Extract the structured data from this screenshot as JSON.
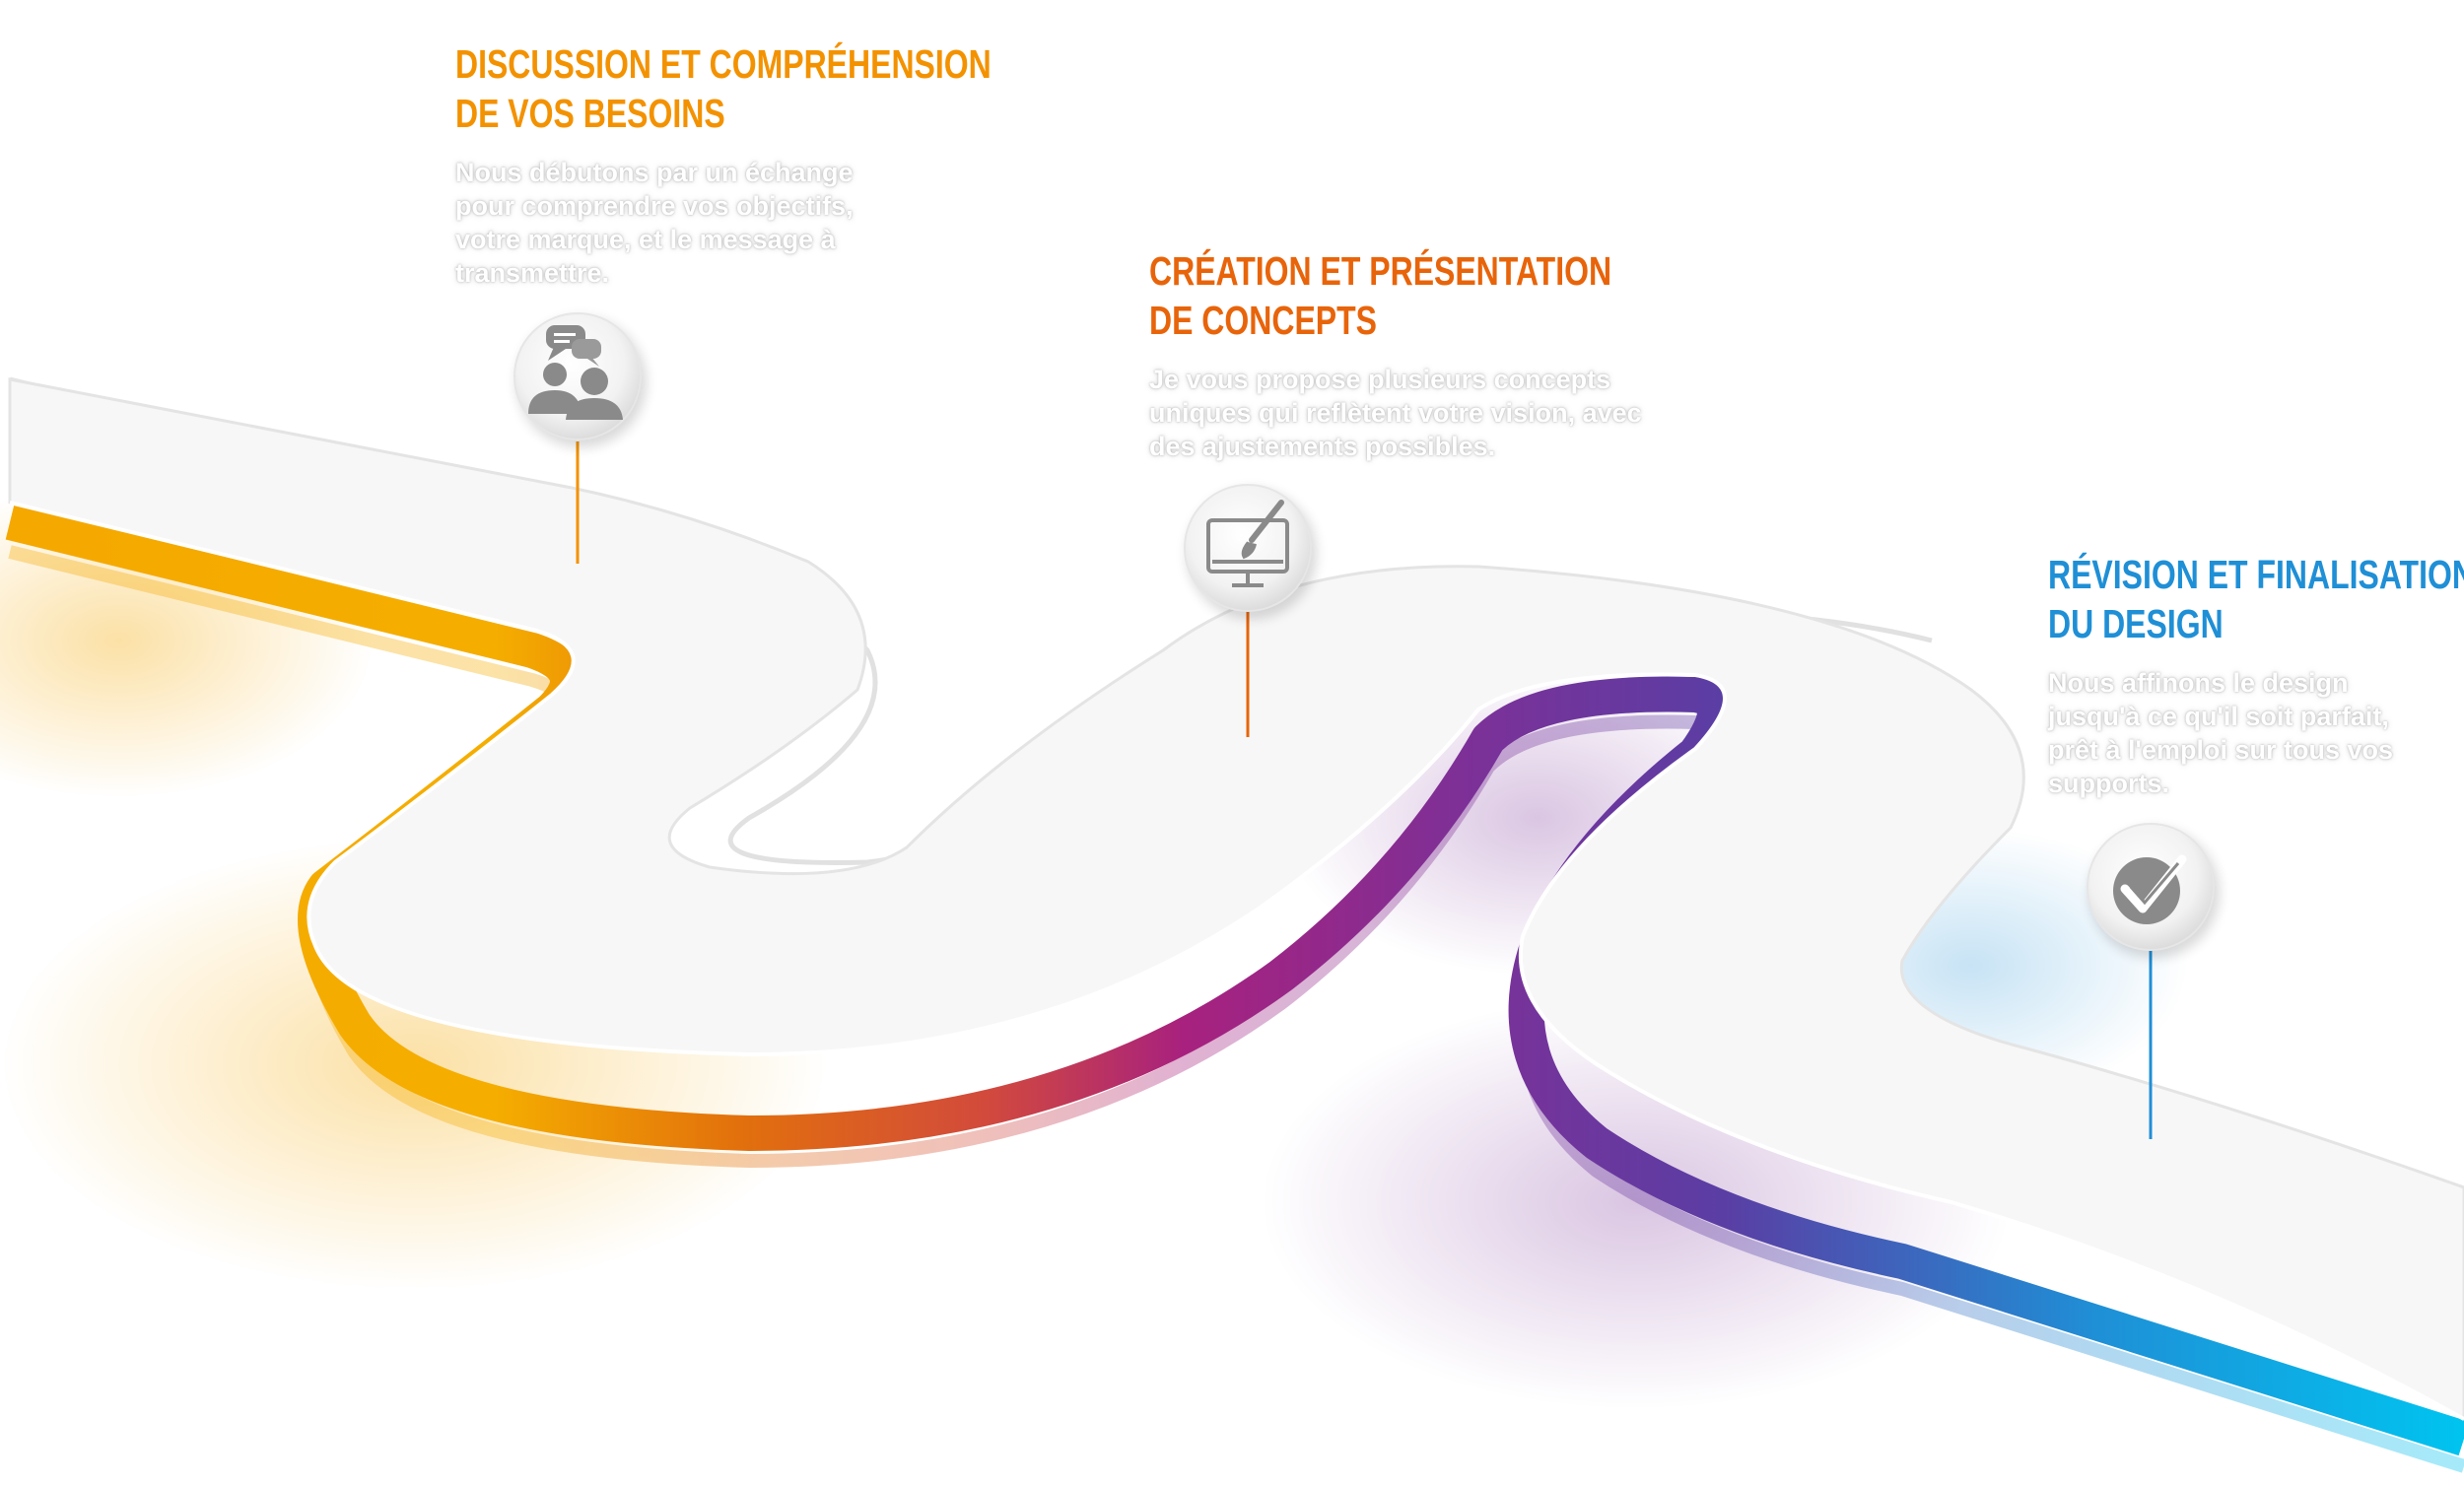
{
  "steps": [
    {
      "title_line1": "Discussion et compréhension",
      "title_line2": "de vos besoins",
      "description": "Nous débutons par un échange pour comprendre vos objectifs, votre marque, et le message à transmettre.",
      "icon": "discussion-people-icon",
      "color": "#f39200"
    },
    {
      "title_line1": "Création et présentation",
      "title_line2": "de concepts",
      "description": "Je vous propose plusieurs concepts uniques qui reflètent votre vision, avec des ajustements possibles.",
      "icon": "monitor-brush-icon",
      "color": "#e8640a"
    },
    {
      "title_line1": "Révision et finalisation",
      "title_line2": "du design",
      "description": "Nous affinons le design jusqu'à ce qu'il soit parfait, prêt à l'emploi sur tous vos supports.",
      "icon": "checkmark-icon",
      "color": "#1f8fd6"
    }
  ],
  "colors": {
    "orange": "#f5a800",
    "dark_orange": "#e0700c",
    "magenta": "#a4247a",
    "purple": "#6b3aa0",
    "blue": "#1f8fd6",
    "cyan": "#00c0ee",
    "road_top": "#f7f7f7",
    "icon_grey": "#8a8a8a"
  }
}
